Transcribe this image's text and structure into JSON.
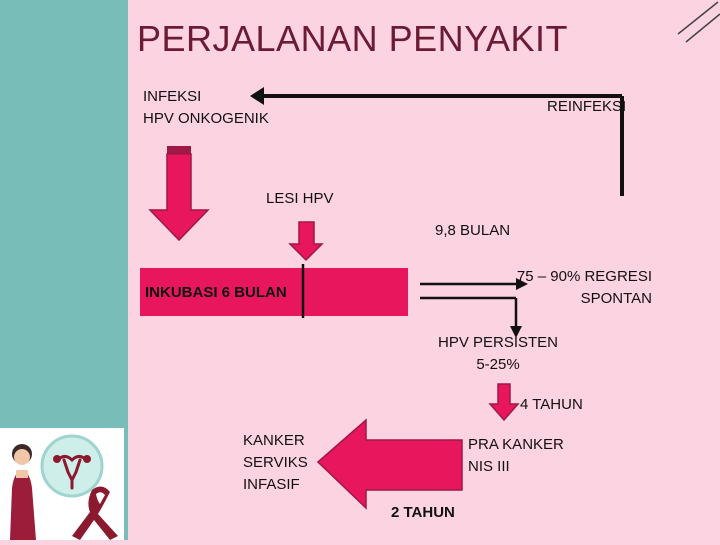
{
  "title": "PERJALANAN PENYAKIT",
  "nodes": {
    "infeksi": [
      "INFEKSI",
      "HPV ONKOGENIK"
    ],
    "reinfeksi": "REINFEKSI",
    "lesi": "LESI HPV",
    "bulan_98": "9,8 BULAN",
    "inkubasi": "INKUBASI 6 BULAN",
    "regresi": [
      "75 – 90% REGRESI",
      "SPONTAN"
    ],
    "persisten": [
      "HPV PERSISTEN",
      "5-25%"
    ],
    "tahun_4": "4 TAHUN",
    "pra_kanker": [
      "PRA KANKER",
      "NIS III"
    ],
    "kanker": [
      "KANKER",
      "SERVIKS",
      "INFASIF"
    ],
    "tahun_2": "2 TAHUN"
  },
  "colors": {
    "background": "#fcd3e1",
    "sidebar": "#79bdb9",
    "title": "#6b1b33",
    "arrow_fill": "#e8175d",
    "bar_fill": "#e8175d",
    "line": "#111111",
    "ribbon": "#8b1a2f"
  }
}
